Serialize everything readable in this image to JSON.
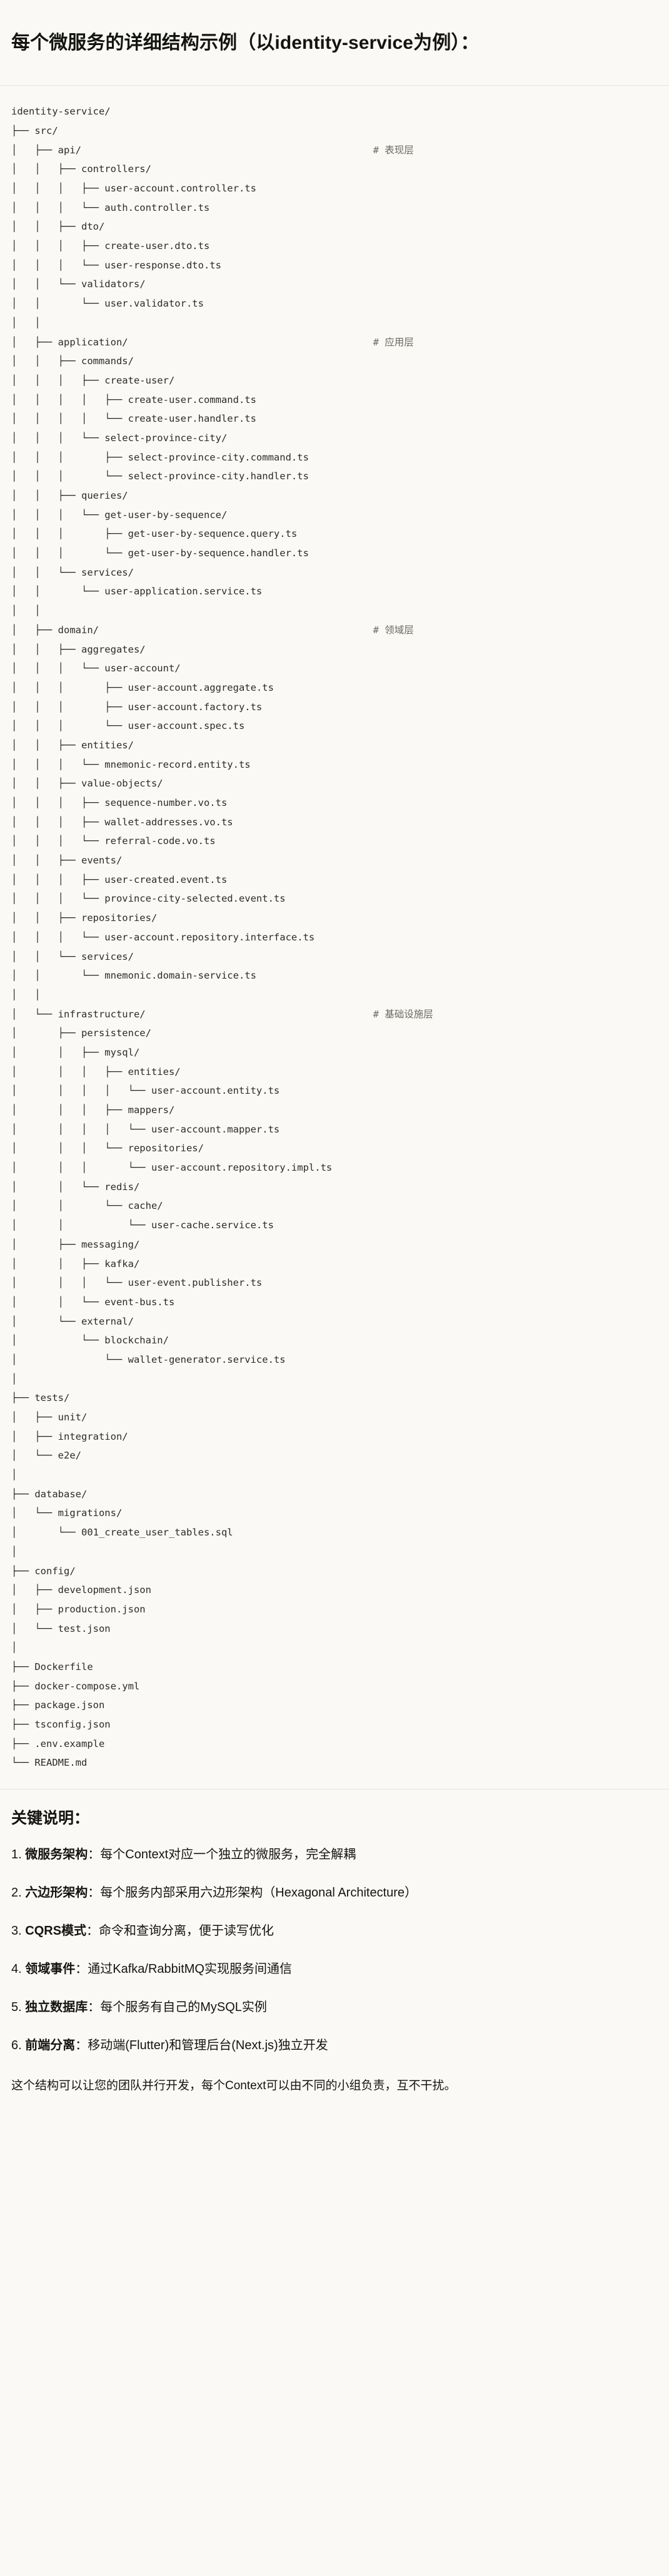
{
  "heading": "每个微服务的详细结构示例（以identity-service为例）：",
  "tree": {
    "language": "text",
    "lines": [
      {
        "text": "identity-service/",
        "comment": ""
      },
      {
        "text": "├── src/",
        "comment": ""
      },
      {
        "text": "│   ├── api/",
        "comment": "# 表现层"
      },
      {
        "text": "│   │   ├── controllers/",
        "comment": ""
      },
      {
        "text": "│   │   │   ├── user-account.controller.ts",
        "comment": ""
      },
      {
        "text": "│   │   │   └── auth.controller.ts",
        "comment": ""
      },
      {
        "text": "│   │   ├── dto/",
        "comment": ""
      },
      {
        "text": "│   │   │   ├── create-user.dto.ts",
        "comment": ""
      },
      {
        "text": "│   │   │   └── user-response.dto.ts",
        "comment": ""
      },
      {
        "text": "│   │   └── validators/",
        "comment": ""
      },
      {
        "text": "│   │       └── user.validator.ts",
        "comment": ""
      },
      {
        "text": "│   │",
        "comment": ""
      },
      {
        "text": "│   ├── application/",
        "comment": "# 应用层"
      },
      {
        "text": "│   │   ├── commands/",
        "comment": ""
      },
      {
        "text": "│   │   │   ├── create-user/",
        "comment": ""
      },
      {
        "text": "│   │   │   │   ├── create-user.command.ts",
        "comment": ""
      },
      {
        "text": "│   │   │   │   └── create-user.handler.ts",
        "comment": ""
      },
      {
        "text": "│   │   │   └── select-province-city/",
        "comment": ""
      },
      {
        "text": "│   │   │       ├── select-province-city.command.ts",
        "comment": ""
      },
      {
        "text": "│   │   │       └── select-province-city.handler.ts",
        "comment": ""
      },
      {
        "text": "│   │   ├── queries/",
        "comment": ""
      },
      {
        "text": "│   │   │   └── get-user-by-sequence/",
        "comment": ""
      },
      {
        "text": "│   │   │       ├── get-user-by-sequence.query.ts",
        "comment": ""
      },
      {
        "text": "│   │   │       └── get-user-by-sequence.handler.ts",
        "comment": ""
      },
      {
        "text": "│   │   └── services/",
        "comment": ""
      },
      {
        "text": "│   │       └── user-application.service.ts",
        "comment": ""
      },
      {
        "text": "│   │",
        "comment": ""
      },
      {
        "text": "│   ├── domain/",
        "comment": "# 领域层"
      },
      {
        "text": "│   │   ├── aggregates/",
        "comment": ""
      },
      {
        "text": "│   │   │   └── user-account/",
        "comment": ""
      },
      {
        "text": "│   │   │       ├── user-account.aggregate.ts",
        "comment": ""
      },
      {
        "text": "│   │   │       ├── user-account.factory.ts",
        "comment": ""
      },
      {
        "text": "│   │   │       └── user-account.spec.ts",
        "comment": ""
      },
      {
        "text": "│   │   ├── entities/",
        "comment": ""
      },
      {
        "text": "│   │   │   └── mnemonic-record.entity.ts",
        "comment": ""
      },
      {
        "text": "│   │   ├── value-objects/",
        "comment": ""
      },
      {
        "text": "│   │   │   ├── sequence-number.vo.ts",
        "comment": ""
      },
      {
        "text": "│   │   │   ├── wallet-addresses.vo.ts",
        "comment": ""
      },
      {
        "text": "│   │   │   └── referral-code.vo.ts",
        "comment": ""
      },
      {
        "text": "│   │   ├── events/",
        "comment": ""
      },
      {
        "text": "│   │   │   ├── user-created.event.ts",
        "comment": ""
      },
      {
        "text": "│   │   │   └── province-city-selected.event.ts",
        "comment": ""
      },
      {
        "text": "│   │   ├── repositories/",
        "comment": ""
      },
      {
        "text": "│   │   │   └── user-account.repository.interface.ts",
        "comment": ""
      },
      {
        "text": "│   │   └── services/",
        "comment": ""
      },
      {
        "text": "│   │       └── mnemonic.domain-service.ts",
        "comment": ""
      },
      {
        "text": "│   │",
        "comment": ""
      },
      {
        "text": "│   └── infrastructure/",
        "comment": "# 基础设施层"
      },
      {
        "text": "│       ├── persistence/",
        "comment": ""
      },
      {
        "text": "│       │   ├── mysql/",
        "comment": ""
      },
      {
        "text": "│       │   │   ├── entities/",
        "comment": ""
      },
      {
        "text": "│       │   │   │   └── user-account.entity.ts",
        "comment": ""
      },
      {
        "text": "│       │   │   ├── mappers/",
        "comment": ""
      },
      {
        "text": "│       │   │   │   └── user-account.mapper.ts",
        "comment": ""
      },
      {
        "text": "│       │   │   └── repositories/",
        "comment": ""
      },
      {
        "text": "│       │   │       └── user-account.repository.impl.ts",
        "comment": ""
      },
      {
        "text": "│       │   └── redis/",
        "comment": ""
      },
      {
        "text": "│       │       └── cache/",
        "comment": ""
      },
      {
        "text": "│       │           └── user-cache.service.ts",
        "comment": ""
      },
      {
        "text": "│       ├── messaging/",
        "comment": ""
      },
      {
        "text": "│       │   ├── kafka/",
        "comment": ""
      },
      {
        "text": "│       │   │   └── user-event.publisher.ts",
        "comment": ""
      },
      {
        "text": "│       │   └── event-bus.ts",
        "comment": ""
      },
      {
        "text": "│       └── external/",
        "comment": ""
      },
      {
        "text": "│           └── blockchain/",
        "comment": ""
      },
      {
        "text": "│               └── wallet-generator.service.ts",
        "comment": ""
      },
      {
        "text": "│",
        "comment": ""
      },
      {
        "text": "├── tests/",
        "comment": ""
      },
      {
        "text": "│   ├── unit/",
        "comment": ""
      },
      {
        "text": "│   ├── integration/",
        "comment": ""
      },
      {
        "text": "│   └── e2e/",
        "comment": ""
      },
      {
        "text": "│",
        "comment": ""
      },
      {
        "text": "├── database/",
        "comment": ""
      },
      {
        "text": "│   └── migrations/",
        "comment": ""
      },
      {
        "text": "│       └── 001_create_user_tables.sql",
        "comment": ""
      },
      {
        "text": "│",
        "comment": ""
      },
      {
        "text": "├── config/",
        "comment": ""
      },
      {
        "text": "│   ├── development.json",
        "comment": ""
      },
      {
        "text": "│   ├── production.json",
        "comment": ""
      },
      {
        "text": "│   └── test.json",
        "comment": ""
      },
      {
        "text": "│",
        "comment": ""
      },
      {
        "text": "├── Dockerfile",
        "comment": ""
      },
      {
        "text": "├── docker-compose.yml",
        "comment": ""
      },
      {
        "text": "├── package.json",
        "comment": ""
      },
      {
        "text": "├── tsconfig.json",
        "comment": ""
      },
      {
        "text": "├── .env.example",
        "comment": ""
      },
      {
        "text": "└── README.md",
        "comment": ""
      }
    ]
  },
  "keypoints": {
    "title": "关键说明：",
    "items": [
      {
        "num": "1.",
        "term": "微服务架构",
        "sep": "：",
        "desc": "每个Context对应一个独立的微服务，完全解耦"
      },
      {
        "num": "2.",
        "term": "六边形架构",
        "sep": "：",
        "desc": "每个服务内部采用六边形架构（Hexagonal Architecture）"
      },
      {
        "num": "3.",
        "term": "CQRS模式",
        "sep": "：",
        "desc": "命令和查询分离，便于读写优化"
      },
      {
        "num": "4.",
        "term": "领域事件",
        "sep": "：",
        "desc": "通过Kafka/RabbitMQ实现服务间通信"
      },
      {
        "num": "5.",
        "term": "独立数据库",
        "sep": "：",
        "desc": "每个服务有自己的MySQL实例"
      },
      {
        "num": "6.",
        "term": "前端分离",
        "sep": "：",
        "desc": "移动端(Flutter)和管理后台(Next.js)独立开发"
      }
    ],
    "footer": "这个结构可以让您的团队并行开发，每个Context可以由不同的小组负责，互不干扰。"
  },
  "colors": {
    "background": "#faf9f5",
    "text": "#141413",
    "code_text": "#2b2b29",
    "comment_text": "#6b6a63",
    "rule": "#e6e4dd"
  },
  "layout": {
    "comment_column": 62
  }
}
